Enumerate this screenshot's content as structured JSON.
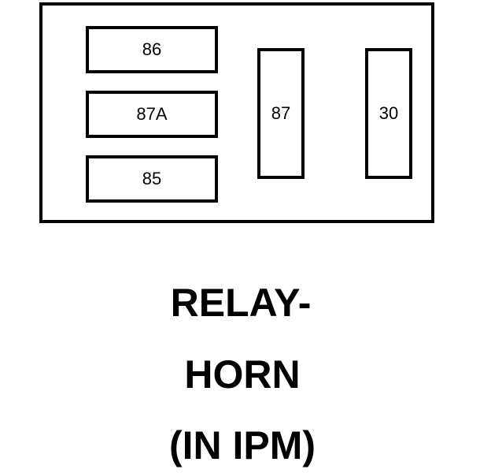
{
  "relay": {
    "terminals": {
      "t86": "86",
      "t87a": "87A",
      "t85": "85",
      "t87": "87",
      "t30": "30"
    }
  },
  "caption": {
    "line1": "RELAY-",
    "line2": "HORN",
    "line3": "(IN IPM)"
  }
}
